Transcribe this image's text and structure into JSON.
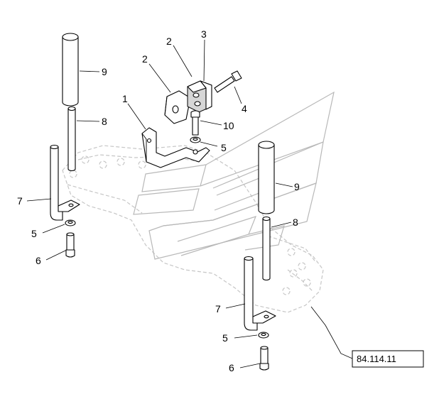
{
  "diagram": {
    "callouts": {
      "c1": "1",
      "c2a": "2",
      "c2b": "2",
      "c3": "3",
      "c4": "4",
      "c5a": "5",
      "c5b": "5",
      "c5c": "5",
      "c6a": "6",
      "c6b": "6",
      "c7a": "7",
      "c7b": "7",
      "c8a": "8",
      "c8b": "8",
      "c9a": "9",
      "c9b": "9",
      "c10": "10"
    },
    "reference": "84.114.11"
  }
}
